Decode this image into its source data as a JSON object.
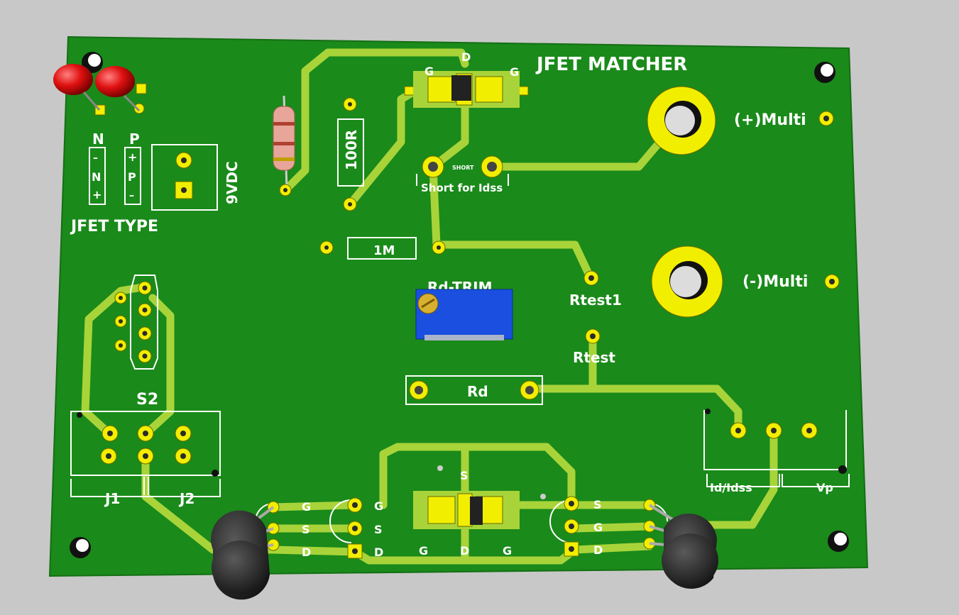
{
  "board": {
    "title": "JFET MATCHER",
    "colors": {
      "background": "#c8c8c8",
      "board": "#1a8a1a",
      "trace": "#a8d43a",
      "pad": "#f2ee00",
      "silk": "#ffffff",
      "trim": "#1a4fe0"
    }
  },
  "labels": {
    "jfet_type": "JFET TYPE",
    "n": "N",
    "p": "P",
    "n_switch": "N",
    "p_switch": "P",
    "plus": "+",
    "minus": "–",
    "vdc": "9VDC",
    "resistor_100r": "100R",
    "resistor_1m": "1M",
    "short": "SHORT",
    "short_for_idss": "Short for Idss",
    "plus_multi": "(+)Multi",
    "minus_multi": "(-)Multi",
    "rd_trim": "Rd-TRIM",
    "rtest1": "Rtest1",
    "rtest": "Rtest",
    "rd": "Rd",
    "s2": "S2",
    "j1": "J1",
    "j2": "J2",
    "id_idss": "Id/Idss",
    "vp": "Vp",
    "top_d": "D",
    "top_g_left": "G",
    "top_g_right": "G",
    "bot_s": "S",
    "bot_g_left": "G",
    "bot_d": "D",
    "bot_g_right": "G",
    "left_g": "G",
    "left_s": "S",
    "left_d": "D",
    "mid_left_g": "G",
    "mid_left_s": "S",
    "mid_left_d": "D",
    "mid_right_s": "S",
    "mid_right_g": "G",
    "mid_right_d": "D"
  }
}
